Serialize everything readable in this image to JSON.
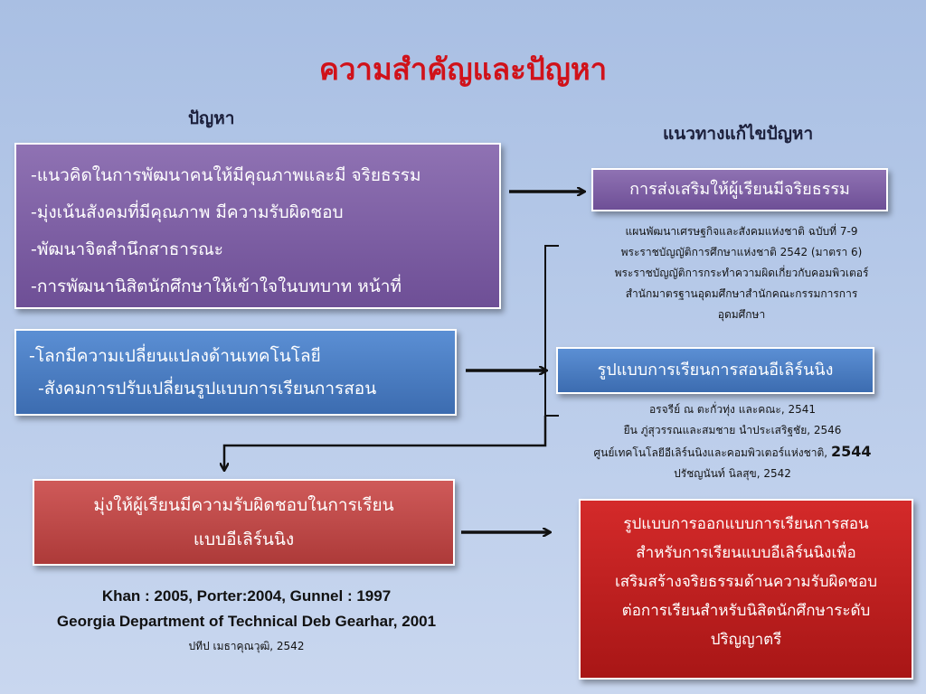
{
  "title": "ความสำคัญและปัญหา",
  "headings": {
    "problems": "ปัญหา",
    "solutions": "แนวทางแก้ไขปัญหา"
  },
  "problem_box_1": [
    "-แนวคิดในการพัฒนาคนให้มีคุณภาพและมี จริยธรรม",
    "-มุ่งเน้นสังคมที่มีคุณภาพ มีความรับผิดชอบ",
    "-พัฒนาจิตสำนึกสาธารณะ",
    "-การพัฒนานิสิตนักศึกษาให้เข้าใจในบทบาท หน้าที่"
  ],
  "problem_box_2": [
    "-โลกมีความเปลี่ยนแปลงด้านเทคโนโลยี",
    "-สังคมการปรับเปลี่ยนรูปแบบการเรียนการสอน"
  ],
  "problem_box_3": [
    "มุ่งให้ผู้เรียนมีความรับผิดชอบในการเรียน",
    "แบบอีเลิร์นนิง"
  ],
  "solution_1": "การส่งเสริมให้ผู้เรียนมีจริยธรรม",
  "solution_2": "รูปแบบการเรียนการสอนอีเลิร์นนิง",
  "solution_3": [
    "รูปแบบการออกแบบการเรียนการสอน",
    "สำหรับการเรียนแบบอีเลิร์นนิงเพื่อ",
    "เสริมสร้างจริยธรรมด้านความรับผิดชอบ",
    "ต่อการเรียนสำหรับนิสิตนักศึกษาระดับ",
    "ปริญญาตรี"
  ],
  "references_1": [
    "แผนพัฒนาเศรษฐกิจและสังคมแห่งชาติ ฉบับที่ 7-9",
    "พระราชบัญญัติการศึกษาแห่งชาติ 2542 (มาตรา 6)",
    "พระราชบัญญัติการกระทำความผิดเกี่ยวกับคอมพิวเตอร์",
    "สำนักมาตรฐานอุดมศึกษาสำนักคณะกรรมการการ",
    "อุดมศึกษา"
  ],
  "references_2": {
    "line1": "อรจรีย์ ณ ตะกั่วทุ่ง และคณะ, 2541",
    "line2": "ยืน ภู่สุวรรณและสมชาย นำประเสริฐชัย, 2546",
    "line3_text": "ศูนย์เทคโนโลยีอีเลิร์นนิงและคอมพิวเตอร์แห่งชาติ,",
    "line3_year": "2544",
    "line4": "ปรัชญนันท์ นิลสุข, 2542"
  },
  "references_3": {
    "line1": "Khan : 2005, Porter:2004, Gunnel : 1997",
    "line2": "Georgia Department of Technical Deb Gearhar, 2001",
    "line3": "ปทีป เมธาคุณวุฒิ, 2542"
  },
  "colors": {
    "title": "#d0121a",
    "purple_box": "#7b5ea7",
    "blue_box": "#4a7cc2",
    "red_box": "#c04848",
    "red_solution_box": "#c11f1f",
    "background": "#b7cae9"
  }
}
